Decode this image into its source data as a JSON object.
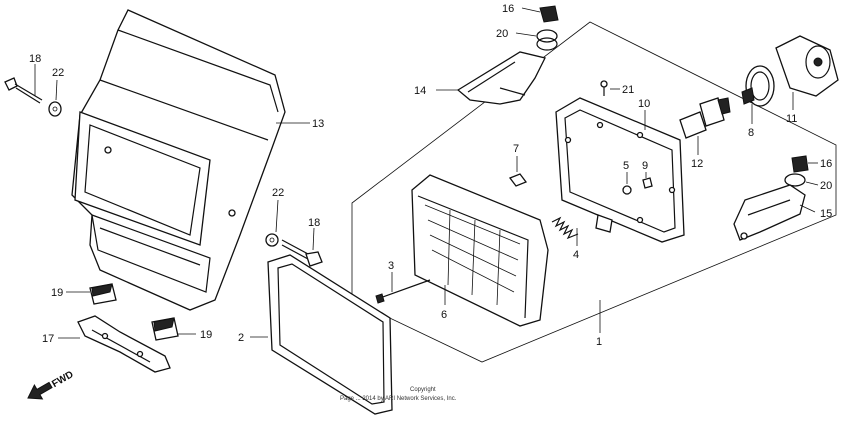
{
  "diagram": {
    "callouts": {
      "c1": "1",
      "c2": "2",
      "c3": "3",
      "c4": "4",
      "c5": "5",
      "c6": "6",
      "c7": "7",
      "c8": "8",
      "c9": "9",
      "c10": "10",
      "c11": "11",
      "c12": "12",
      "c13": "13",
      "c14": "14",
      "c15": "15",
      "c16a": "16",
      "c16b": "16",
      "c17": "17",
      "c18a": "18",
      "c18b": "18",
      "c19a": "19",
      "c19b": "19",
      "c20a": "20",
      "c20b": "20",
      "c21": "21",
      "c22a": "22",
      "c22b": "22"
    },
    "fwd_label": "FWD",
    "copyright_line1": "Copyright",
    "copyright_line2": "Page ... 2014 by ARI Network Services, Inc."
  }
}
